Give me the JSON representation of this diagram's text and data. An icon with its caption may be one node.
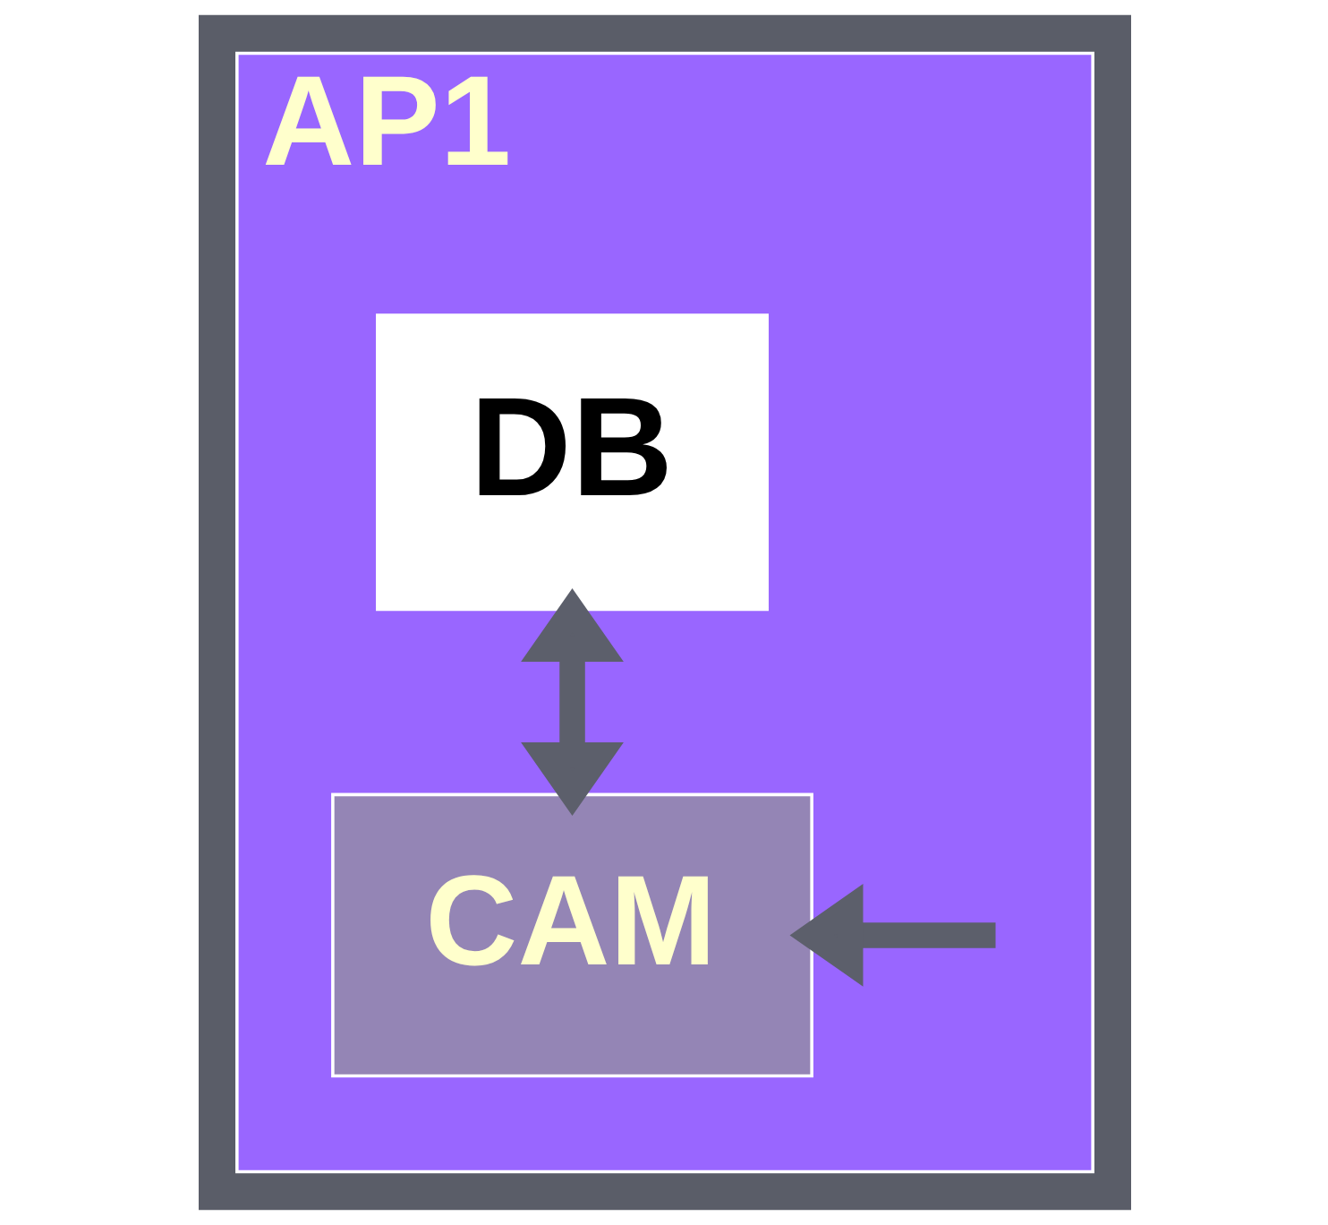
{
  "diagram": {
    "nodes": [
      {
        "text": [
          "AP1"
        ]
      },
      {
        "text": [
          "DB"
        ],
        "in": 0
      },
      {
        "text": [
          "CAM"
        ],
        "in": 0
      }
    ],
    "edges": [
      {
        "from": 1,
        "to": 2,
        "arrow": "both"
      },
      {
        "from": null,
        "to": 2,
        "arrow": "to"
      }
    ]
  }
}
